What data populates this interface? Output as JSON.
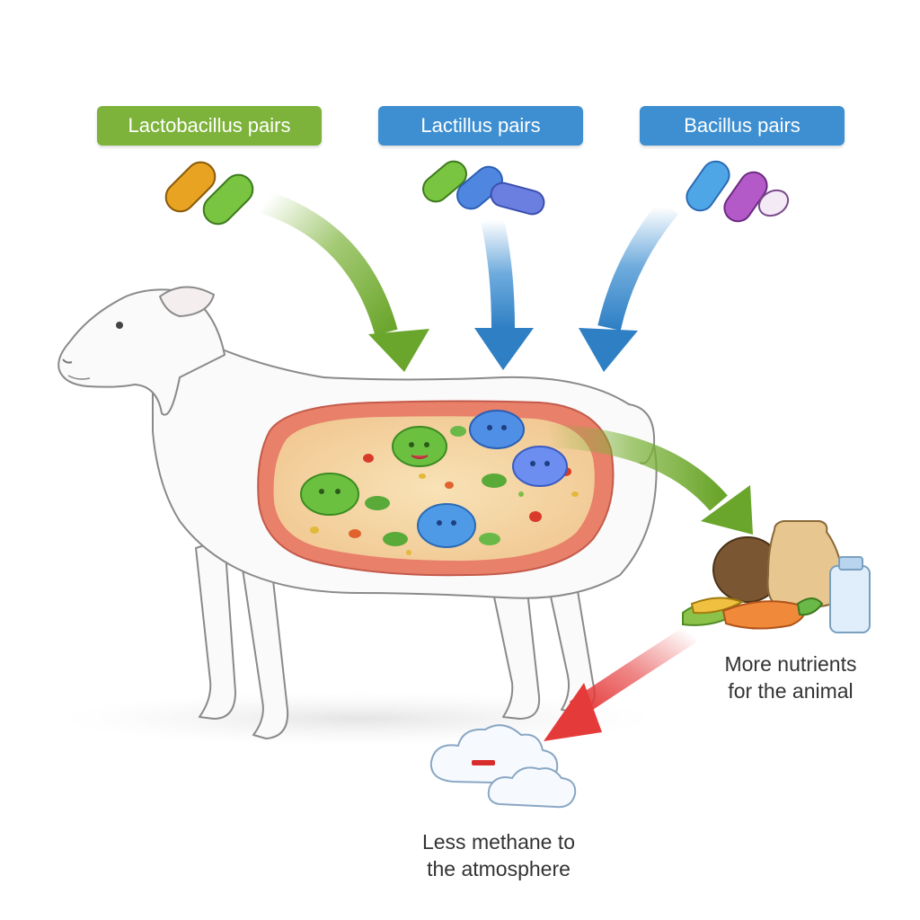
{
  "labels": {
    "lactobacillus": "Lactobacillus pairs",
    "lactillus": "Lactillus pairs",
    "bacillus": "Bacillus pairs"
  },
  "captions": {
    "nutrients_line1": "More nutrients",
    "nutrients_line2": "for the animal",
    "methane_line1": "Less methane to",
    "methane_line2": "the atmosphere"
  },
  "colors": {
    "green_accent": "#7db33a",
    "blue_accent": "#3d8fd1",
    "red_arrow": "#e53a3a",
    "rumen_wall": "#e8806a",
    "rumen_fill": "#f6d9a8"
  }
}
